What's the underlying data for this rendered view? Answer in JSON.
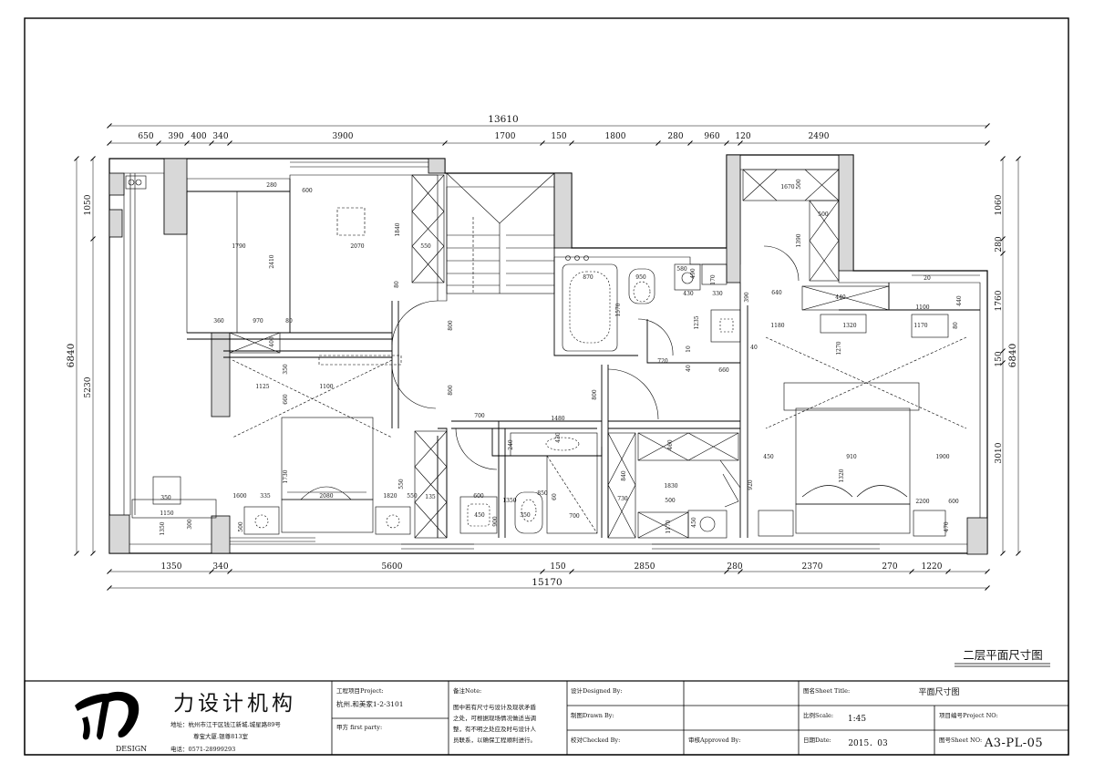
{
  "drawing": {
    "sheet_caption": "二层平面尺寸图",
    "top_dims": {
      "overall": "13610",
      "segments": [
        "650",
        "390",
        "400",
        "340",
        "3900",
        "1700",
        "150",
        "1800",
        "280",
        "960",
        "120",
        "2490"
      ]
    },
    "bottom_dims": {
      "overall": "15170",
      "segments": [
        "1350",
        "340",
        "5600",
        "150",
        "2850",
        "280",
        "2370",
        "270",
        "1220"
      ]
    },
    "left_dims": {
      "overall": "6840",
      "segments": [
        "1050",
        "5230"
      ]
    },
    "right_dims": {
      "overall": "6840",
      "segments": [
        "1060",
        "280",
        "1760",
        "150",
        "3010"
      ]
    },
    "interior_dims": [
      "280",
      "600",
      "1840",
      "2070",
      "1790",
      "2410",
      "550",
      "80",
      "360",
      "970",
      "80",
      "400",
      "800",
      "800",
      "870",
      "1570",
      "950",
      "580",
      "490",
      "170",
      "430",
      "330",
      "1235",
      "720",
      "10",
      "40",
      "660",
      "1670",
      "500",
      "500",
      "1390",
      "390",
      "640",
      "440",
      "1100",
      "440",
      "20",
      "1180",
      "1320",
      "1170",
      "80",
      "40",
      "1270",
      "350",
      "1125",
      "1100",
      "660",
      "700",
      "1480",
      "800",
      "240",
      "430",
      "460",
      "1730",
      "2080",
      "1600",
      "335",
      "550",
      "1820",
      "550",
      "135",
      "600",
      "850",
      "60",
      "1350",
      "350",
      "1150",
      "1350",
      "300",
      "500",
      "450",
      "900",
      "350",
      "700",
      "840",
      "1830",
      "920",
      "730",
      "500",
      "1170",
      "450",
      "910",
      "1900",
      "1320",
      "2200",
      "600",
      "470",
      "450",
      "450"
    ]
  },
  "title_block": {
    "firm": {
      "logo_sub": "DESIGN",
      "name": "力设计机构",
      "address_line1": "地址：杭州市江干区钱江新城.城星路89号",
      "address_line2": "尊宝大厦.银尊813室",
      "phone": "电话：0571-28999293"
    },
    "project_label": "工程项目Project:",
    "project_value": "杭州.和美家1-2-3101",
    "client_label": "甲方 first party:",
    "client_value": "",
    "note_label": "备注Note:",
    "note_lines": [
      "图中若有尺寸与设计及现状矛盾",
      "之处，可根据现场情况做适当调",
      "整，有不明之处应及时与设计人",
      "员联系，以确保工程顺利进行。"
    ],
    "designed_label": "设计Designed By:",
    "drawn_label": "制图Drawn By:",
    "checked_label": "校对Checked By:",
    "approved_label": "审核Approved By:",
    "sheet_title_label": "图名Sheet Title:",
    "sheet_title_value": "平面尺寸图",
    "scale_label": "比例Scale:",
    "scale_value": "1:45",
    "project_no_label": "项目编号Project NO:",
    "project_no_value": "",
    "date_label": "日期Date:",
    "date_value": "2015．03",
    "sheet_no_label": "图号Sheet NO:",
    "sheet_no_value": "A3-PL-05"
  }
}
